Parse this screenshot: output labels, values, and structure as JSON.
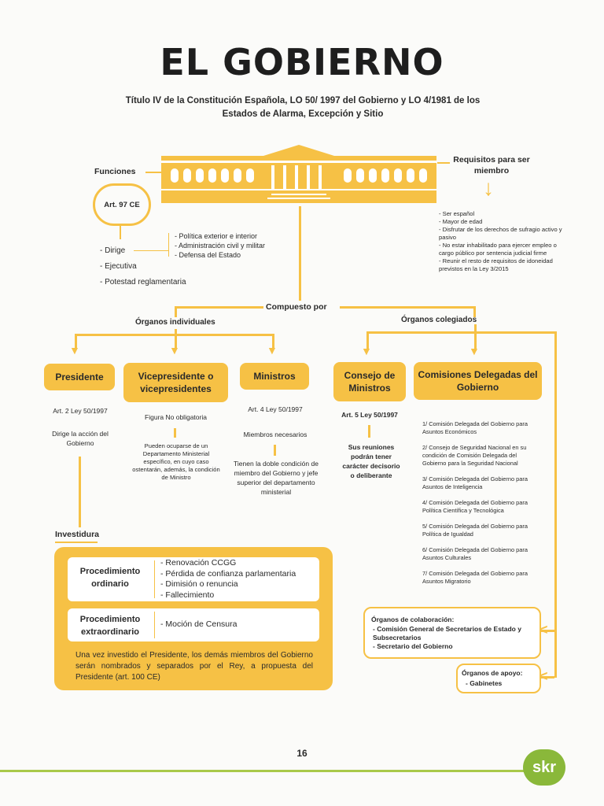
{
  "title": "EL GOBIERNO",
  "subtitle": "Título IV de la Constitución Española, LO 50/ 1997 del Gobierno y LO 4/1981 de los Estados de Alarma, Excepción y Sitio",
  "funciones": {
    "label": "Funciones",
    "article": "Art. 97 CE",
    "items": [
      "- Dirige",
      "- Ejecutiva",
      "- Potestad reglamentaria"
    ],
    "dirige_sub": [
      "- Política exterior e interior",
      "- Administración civil y militar",
      "- Defensa del Estado"
    ]
  },
  "requisitos": {
    "label": "Requisitos para ser miembro",
    "items": [
      "- Ser español",
      "- Mayor de edad",
      "- Disfrutar de los derechos de sufragio activo y pasivo",
      "- No estar inhabilitado para ejercer empleo o cargo público por sentencia judicial firme",
      "- Reunir el resto de requisitos de idoneidad previstos en la Ley 3/2015"
    ]
  },
  "compuesto": "Compuesto por",
  "individuales": "Órganos individuales",
  "colegiados": "Órganos colegiados",
  "presidente": {
    "title": "Presidente",
    "art": "Art. 2 Ley 50/1997",
    "desc": "Dirige la acción del Gobierno"
  },
  "vice": {
    "title": "Vicepresidente o vicepresidentes",
    "art": "Figura No obligatoria",
    "desc": "Pueden ocuparse de un Departamento Ministerial específico, en cuyo caso ostentarán, además, la condición de Ministro"
  },
  "ministros": {
    "title": "Ministros",
    "art": "Art. 4 Ley 50/1997",
    "art2": "Miembros necesarios",
    "desc": "Tienen la doble condición de miembro del Gobierno y jefe superior del departamento ministerial"
  },
  "consejo": {
    "title": "Consejo de Ministros",
    "art": "Art. 5 Ley 50/1997",
    "desc": "Sus reuniones podrán tener carácter decisorio o deliberante"
  },
  "comisiones": {
    "title": "Comisiones Delegadas del Gobierno",
    "items": [
      "1/ Comisión Delegada del Gobierno para Asuntos Económicos",
      "2/ Consejo de Seguridad Nacional en su condición de Comisión Delegada del Gobierno para la Seguridad Nacional",
      "3/ Comisión Delegada del Gobierno para Asuntos de Inteligencia",
      "4/ Comisión Delegada del Gobierno para Política Científica y Tecnológica",
      "5/ Comisión Delegada del Gobierno para Política de Igualdad",
      "6/ Comisión Delegada del Gobierno para Asuntos Culturales",
      "7/ Comisión Delegada del Gobierno para Asuntos Migratorio"
    ]
  },
  "investidura": {
    "label": "Investidura",
    "ordinario": "Procedimiento ordinario",
    "ordinario_items": [
      "- Renovación CCGG",
      "- Pérdida de confianza parlamentaria",
      "- Dimisión o renuncia",
      "- Fallecimiento"
    ],
    "extra": "Procedimiento extraordinario",
    "extra_items": [
      "- Moción de Censura"
    ],
    "note": "Una vez investido el Presidente, los demás miembros del Gobierno serán nombrados y separados por el Rey, a propuesta del Presidente (art. 100 CE)"
  },
  "colaboracion": {
    "title": "Órganos de colaboración:",
    "items": [
      "- Comisión General de Secretarios de Estado y Subsecretarios",
      "- Secretario del Gobierno"
    ]
  },
  "apoyo": {
    "title": "Órganos de apoyo:",
    "items": [
      "- Gabinetes"
    ]
  },
  "page_number": "16",
  "logo": "skr"
}
